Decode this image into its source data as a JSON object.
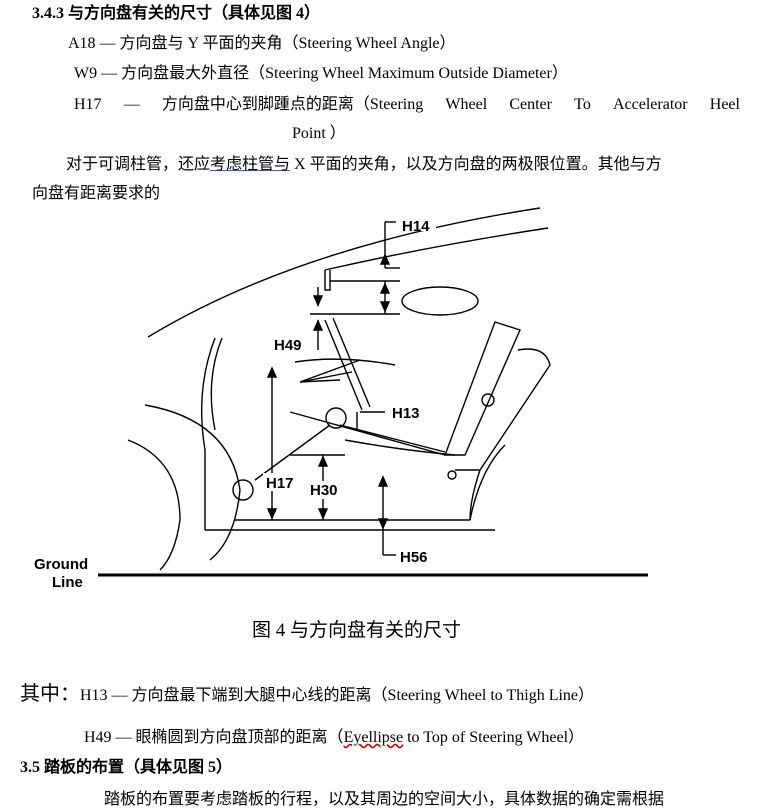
{
  "s343": {
    "title": "3.4.3 与方向盘有关的尺寸（具体见图 4）",
    "items": [
      "A18 — 方向盘与 Y 平面的夹角（Steering Wheel Angle）",
      "W9 — 方向盘最大外直径（Steering Wheel Maximum Outside Diameter）"
    ],
    "h17_words": [
      "H17",
      "—",
      "方向盘中心到脚踵点的距离（Steering",
      "Wheel",
      "Center",
      "To",
      "Accelerator",
      "Heel"
    ],
    "h17_cont": "Point ）",
    "para_pre": "对于可调柱管，还应",
    "para_link": "考虑柱管与",
    "para_post": " X 平面的夹角，以及方向盘的两极限位置。其他与方",
    "para_line2": "向盘有距离要求的"
  },
  "figure": {
    "labels": {
      "h14": "H14",
      "h49": "H49",
      "h13": "H13",
      "h17": "H17",
      "h30": "H30",
      "h56": "H56",
      "ground1": "Ground",
      "ground2": "Line"
    },
    "caption": "图 4  与方向盘有关的尺寸"
  },
  "notes": {
    "prefix": "其中：",
    "h13": "H13 — 方向盘最下端到大腿中心线的距离（Steering Wheel to Thigh Line）",
    "h49_pre": "H49 — 眼椭圆到方向盘顶部的距离（",
    "h49_mark": "Eyellipse",
    "h49_post": " to Top of Steering Wheel）"
  },
  "s35": {
    "title": "3.5  踏板的布置（具体见图 5）",
    "para": "踏板的布置要考虑踏板的行程，以及其周边的空间大小，具体数据的确定需根据"
  }
}
